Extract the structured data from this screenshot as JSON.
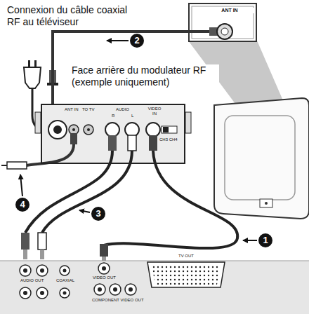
{
  "diagram": {
    "nodes": [
      {
        "text": [
          "ANT IN"
        ]
      },
      {
        "text": [
          "Face arrière du modulateur RF (exemple uniquement)"
        ]
      }
    ],
    "edges": [
      {
        "from": 1,
        "to": 0,
        "arrow": "none"
      }
    ],
    "labels": [
      "Connexion du câble coaxial RF au téléviseur",
      "2",
      "ANT IN",
      "TO TV",
      "AUDIO",
      "R",
      "L",
      "VIDEO IN",
      "CH3 CH4",
      "4",
      "3",
      "1",
      "AUDIO OUT",
      "COAXIAL",
      "VIDEO OUT",
      "COMPONENT VIDEO OUT",
      "TV OUT"
    ]
  }
}
